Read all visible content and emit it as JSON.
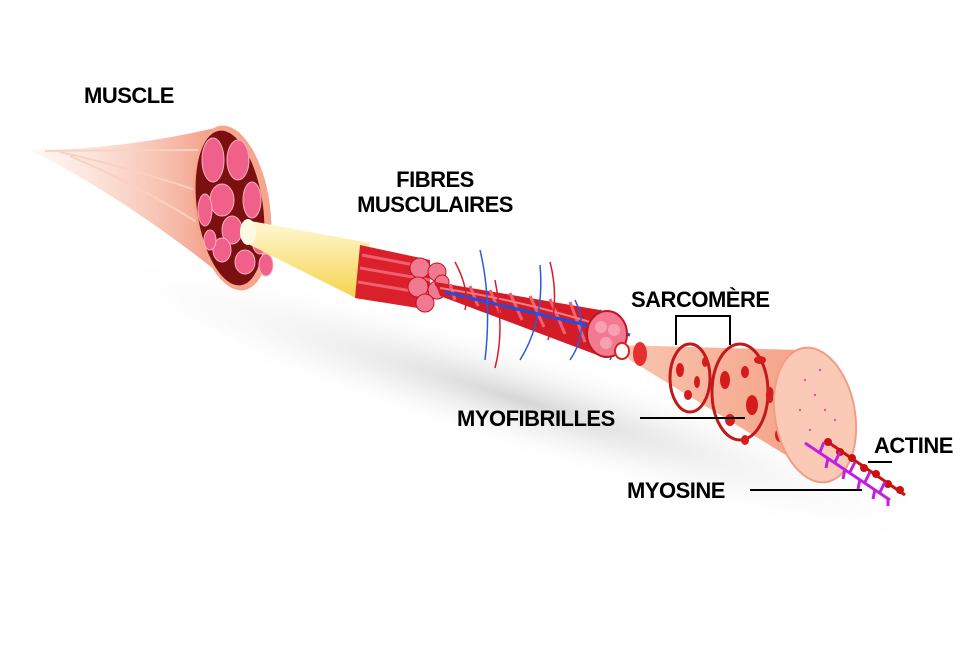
{
  "title": "Structure du muscle",
  "labels": {
    "muscle": "MUSCLE",
    "fibres_line1": "FIBRES",
    "fibres_line2": "MUSCULAIRES",
    "sarcomere": "SARCOMÈRE",
    "myofibrilles": "MYOFIBRILLES",
    "actine": "ACTINE",
    "myosine": "MYOSINE"
  },
  "colors": {
    "muscle": "#f5a58b",
    "fibre_red": "#d9202b",
    "tendon_yellow": "#fbe98a",
    "myofibril": "#f7b8a0",
    "myosin": "#c21fe0",
    "actin": "#cc1010",
    "vein": "#1f4fe0"
  }
}
